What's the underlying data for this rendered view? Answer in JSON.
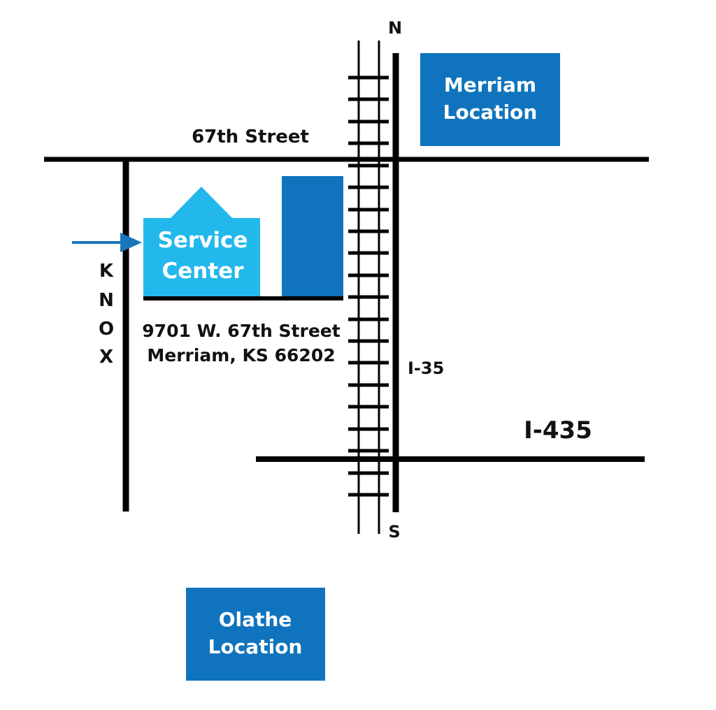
{
  "compass": {
    "north": "N",
    "south": "S"
  },
  "streets": {
    "street_67th": "67th Street",
    "knox": [
      "K",
      "N",
      "O",
      "X"
    ],
    "i35": "I-35",
    "i435": "I-435"
  },
  "locations": {
    "merriam": [
      "Merriam",
      "Location"
    ],
    "olathe": [
      "Olathe",
      "Location"
    ],
    "service_center": [
      "Service",
      "Center"
    ]
  },
  "address": {
    "line1": "9701 W. 67th Street",
    "line2": "Merriam, KS 66202"
  },
  "colors": {
    "dark_blue": "#0f74bd",
    "light_blue": "#22b8ec",
    "arrow_blue": "#1a76bb",
    "road": "#000000",
    "text": "#111111",
    "box_text": "#ffffff"
  }
}
